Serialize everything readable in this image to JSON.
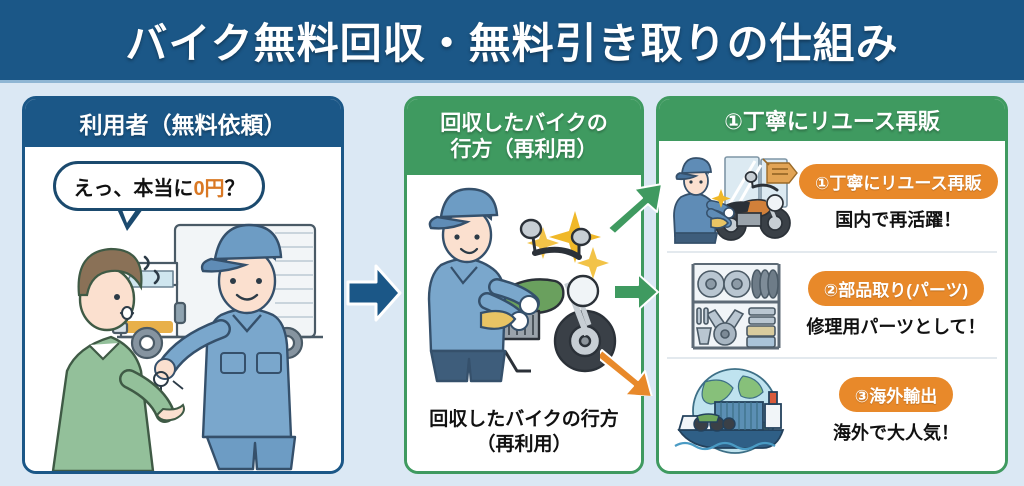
{
  "header": {
    "title": "バイク無料回収・無料引き取りの仕組み",
    "bg_color": "#1b5787"
  },
  "panels": {
    "left": {
      "head_title": "利用者（無料依頼）",
      "head_color": "#1b5787",
      "speech_bubble": {
        "prefix": "えっ、本当に",
        "highlight": "0円",
        "suffix": "？",
        "highlight_color": "#d97824"
      },
      "illustration": "customer-handing-keys-to-worker-with-truck"
    },
    "middle": {
      "head_title_line1": "回収したバイクの",
      "head_title_line2": "行方（再利用）",
      "head_color": "#3f9a60",
      "caption_line1": "回収したバイクの行方",
      "caption_line2": "（再利用）",
      "illustration": "worker-polishing-green-motorcycle"
    },
    "right": {
      "head_title": "①丁寧にリユース再販",
      "head_color": "#3f9a60",
      "badge_color": "#e8892a",
      "rows": [
        {
          "badge": "①丁寧にリユース再販",
          "caption": "国内で再活躍！",
          "illustration": "mechanic-polishing-orange-motorcycle-showroom"
        },
        {
          "badge": "②部品取り(パーツ)",
          "caption": "修理用パーツとして！",
          "illustration": "parts-shelf-wheels-tires-engine"
        },
        {
          "badge": "③海外輸出",
          "caption": "海外で大人気！",
          "illustration": "cargo-ship-globe-containers"
        }
      ]
    }
  },
  "arrows": [
    {
      "name": "blue-right-arrow",
      "color": "#1b5787",
      "direction": "right"
    },
    {
      "name": "green-up-right-arrow",
      "color": "#3f9a60",
      "direction": "up-right"
    },
    {
      "name": "green-right-arrow",
      "color": "#3f9a60",
      "direction": "right"
    },
    {
      "name": "orange-down-right-arrow",
      "color": "#e8892a",
      "direction": "down-right"
    }
  ],
  "background_color": "#dbe8f4"
}
